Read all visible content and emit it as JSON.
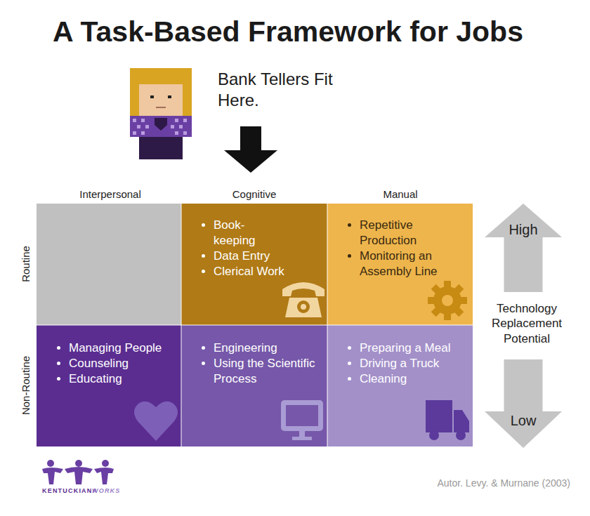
{
  "diagram": {
    "title": "A Task-Based Framework for Jobs",
    "nodes": [
      {
        "text": [
          "Book- keeping",
          "Data Entry",
          "Clerical Work"
        ]
      },
      {
        "text": [
          "Repetitive Production",
          "Monitoring an Assembly Line"
        ]
      },
      {
        "text": [
          "High"
        ]
      },
      {
        "text": [
          "Managing People",
          "Counseling",
          "Educating"
        ]
      },
      {
        "text": [
          "Engineering",
          "Using the Scientific Process"
        ]
      },
      {
        "text": [
          "Preparing a Meal",
          "Driving a Truck",
          "Cleaning"
        ]
      },
      {
        "text": [
          "Low"
        ]
      }
    ],
    "labels": [
      "Bank Tellers Fit Here.",
      "Interpersonal",
      "Cognitive",
      "Manual",
      "Routine",
      "Non-Routine",
      "Technology Replacement Potential",
      "KENTUCKIANA",
      "WORKS",
      "Autor. Levy. & Murnane (2003)"
    ]
  }
}
